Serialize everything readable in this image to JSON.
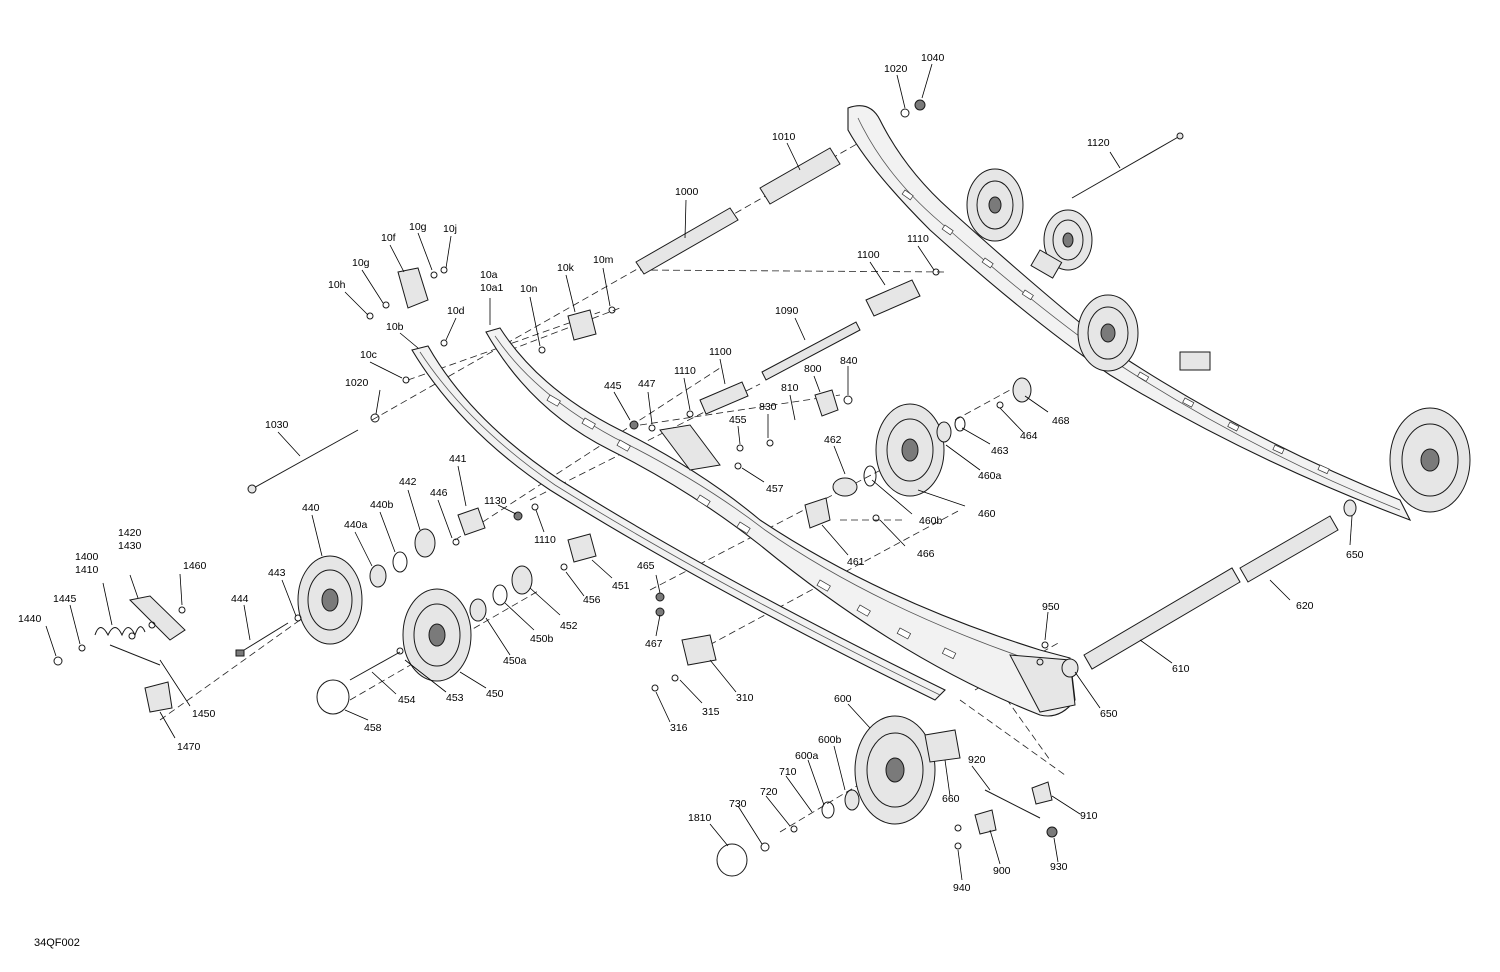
{
  "figure_id": "34QF002",
  "callouts": {
    "c1020a": "1020",
    "c1040": "1040",
    "c1010": "1010",
    "c1120": "1120",
    "c1000": "1000",
    "c10g": "10g",
    "c10f": "10f",
    "c10j": "10j",
    "c10g2": "10g",
    "c10h": "10h",
    "c10a": "10a",
    "c10a1": "10a1",
    "c10k": "10k",
    "c10m": "10m",
    "c10n": "10n",
    "c1100": "1100",
    "c1110a": "1110",
    "c10d": "10d",
    "c10b": "10b",
    "c1090": "1090",
    "c10c": "10c",
    "c1100b": "1100",
    "c840": "840",
    "c800": "800",
    "c1020b": "1020",
    "c445": "445",
    "c447": "447",
    "c1110b": "1110",
    "c810": "810",
    "c830": "830",
    "c455": "455",
    "c468": "468",
    "c1030": "1030",
    "c464": "464",
    "c463": "463",
    "c462": "462",
    "c457": "457",
    "c460a": "460a",
    "c441": "441",
    "c1130": "1130",
    "c442": "442",
    "c440b": "440b",
    "c446": "446",
    "c440": "440",
    "c440a": "440a",
    "c1110c": "1110",
    "c460b": "460b",
    "c460": "460",
    "c1420": "1420",
    "c1430": "1430",
    "c461": "461",
    "c466": "466",
    "c1400": "1400",
    "c1410": "1410",
    "c1460": "1460",
    "c443": "443",
    "c451": "451",
    "c456": "456",
    "c465": "465",
    "c650a": "650",
    "c444": "444",
    "c1445": "1445",
    "c1440": "1440",
    "c452": "452",
    "c620": "620",
    "c450b": "450b",
    "c467": "467",
    "c950": "950",
    "c450a": "450a",
    "c610": "610",
    "c310": "310",
    "c1450": "1450",
    "c454": "454",
    "c453": "453",
    "c450": "450",
    "c650b": "650",
    "c315": "315",
    "c316": "316",
    "c458": "458",
    "c1470": "1470",
    "c600": "600",
    "c600b": "600b",
    "c600a": "600a",
    "c710": "710",
    "c920": "920",
    "c720": "720",
    "c730": "730",
    "c660": "660",
    "c1810": "1810",
    "c910": "910",
    "c900": "900",
    "c930": "930",
    "c940": "940"
  }
}
